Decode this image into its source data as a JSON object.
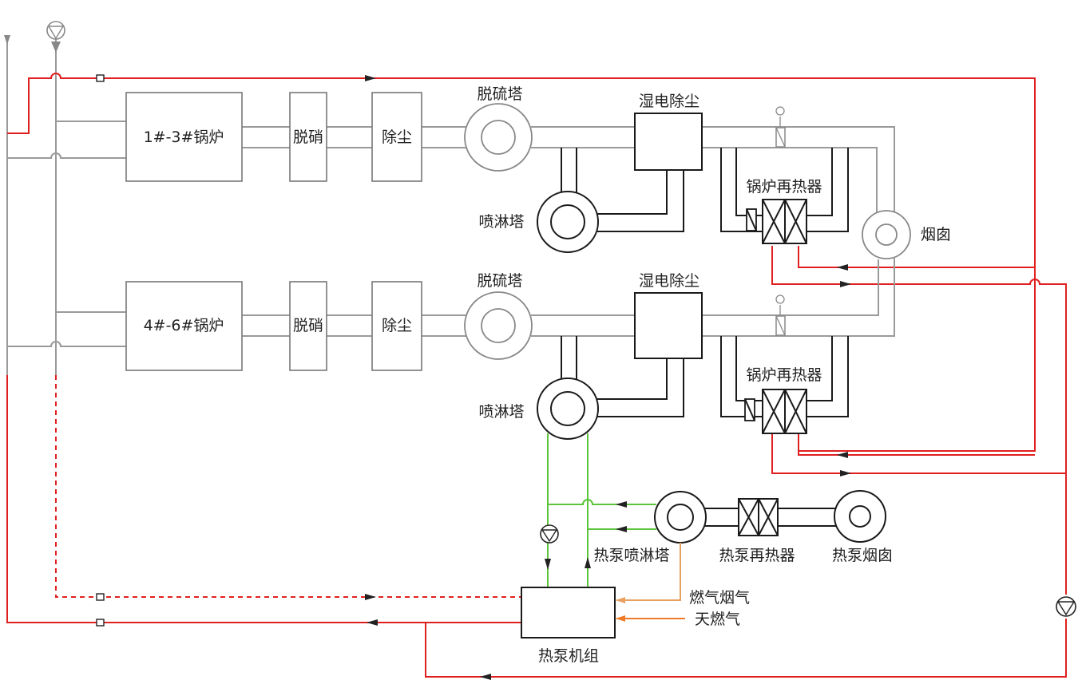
{
  "colors": {
    "flue_gas_pipe": "#9a9a9a",
    "water_loop": "#1a1a1a",
    "hot_water": "#e02020",
    "heat_pump_water": "#5cc43a",
    "gas_exhaust": "#e8a060",
    "natural_gas": "#ef7a28"
  },
  "line1": {
    "boiler": "1#-3#锅炉",
    "denitration": "脱硝",
    "dust_removal": "除尘",
    "desulfurization_tower": "脱硫塔",
    "wet_esp": "湿电除尘",
    "spray_tower": "喷淋塔",
    "boiler_reheater": "锅炉再热器",
    "chimney": "烟囱"
  },
  "line2": {
    "boiler": "4#-6#锅炉",
    "denitration": "脱硝",
    "dust_removal": "除尘",
    "desulfurization_tower": "脱硫塔",
    "wet_esp": "湿电除尘",
    "spray_tower": "喷淋塔",
    "boiler_reheater": "锅炉再热器"
  },
  "heat_pump": {
    "spray_tower": "热泵喷淋塔",
    "reheater": "热泵再热器",
    "chimney": "热泵烟囱",
    "unit": "热泵机组",
    "flue_gas": "燃气烟气",
    "natural_gas": "天燃气"
  },
  "icons": [
    "pump-icon",
    "valve-icon",
    "fan-icon",
    "flow-arrow-icon",
    "heat-exchanger-icon"
  ]
}
